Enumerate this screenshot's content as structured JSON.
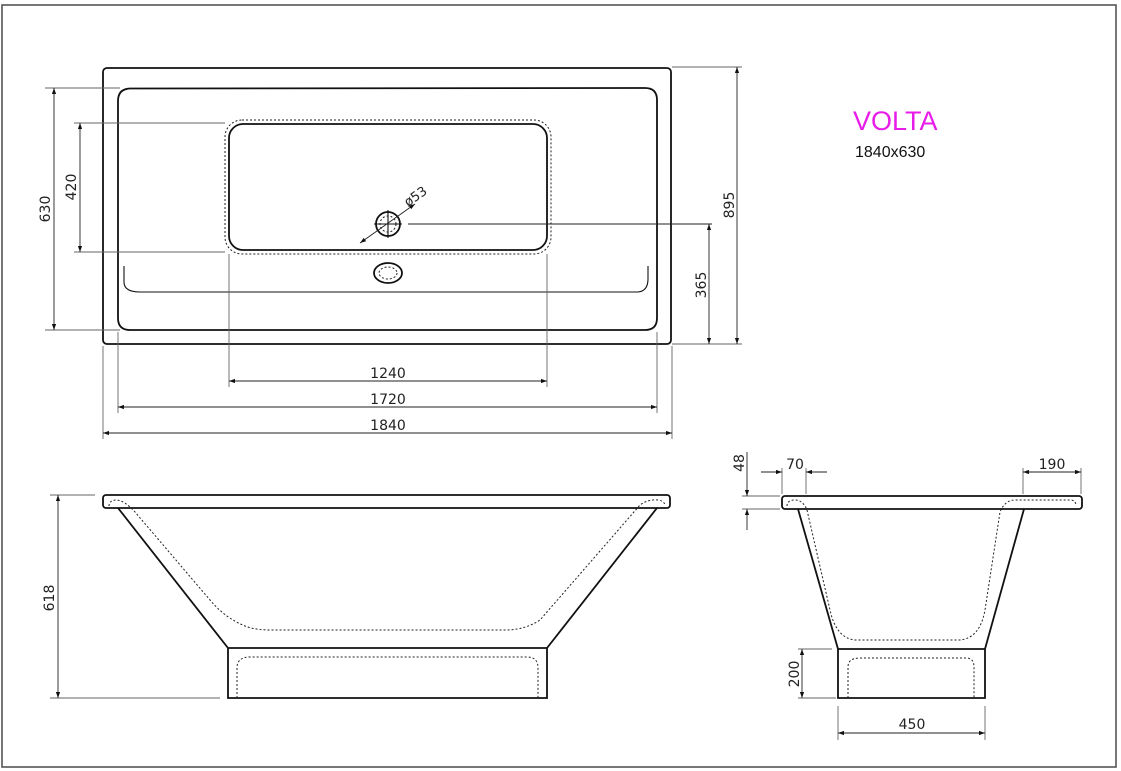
{
  "product": {
    "name": "VOLTA",
    "size": "1840x630",
    "name_color": "#e81ce8"
  },
  "top_view": {
    "dimensions": {
      "total_length": "1840",
      "inner_length": "1720",
      "bottom_length": "1240",
      "inner_width": "630",
      "bottom_width": "420",
      "total_width": "895",
      "drain_offset": "365",
      "drain_diameter": "ø53"
    }
  },
  "front_view": {
    "dimensions": {
      "height": "618"
    }
  },
  "side_view": {
    "dimensions": {
      "rim_thickness": "48",
      "left_rim": "70",
      "right_rim": "190",
      "base_height": "200",
      "base_width": "450"
    }
  },
  "colors": {
    "line": "#111111",
    "frame": "#555555",
    "accent": "#e81ce8"
  }
}
